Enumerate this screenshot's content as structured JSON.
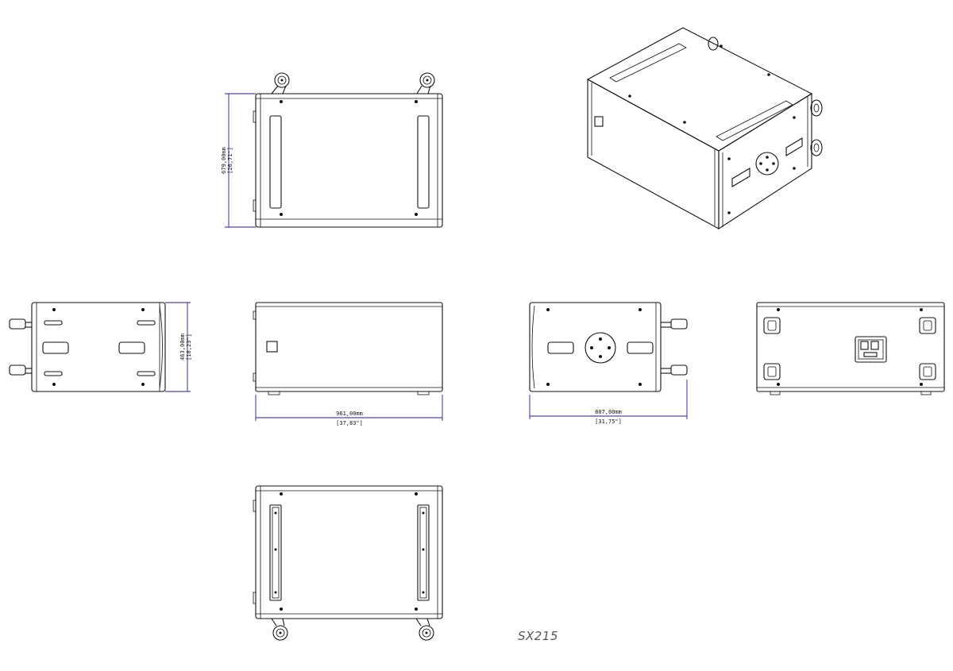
{
  "model": {
    "name": "SX215"
  },
  "dimensions": {
    "height": {
      "mm": "679,00mm",
      "inch": "[26,71\"]"
    },
    "depth": {
      "mm": "463,00mm",
      "inch": "[18,23\"]"
    },
    "width": {
      "mm": "961,00mm",
      "inch": "[37,83\"]"
    },
    "side": {
      "mm": "807,00mm",
      "inch": "[31,75\"]"
    }
  },
  "colors": {
    "outline": "#111111",
    "dimension": "#1a1aa8",
    "label": "#555555"
  },
  "views": [
    "top-view",
    "perspective-view",
    "left-end-view",
    "front-view",
    "side-view",
    "rear-panel-view",
    "bottom-view"
  ]
}
